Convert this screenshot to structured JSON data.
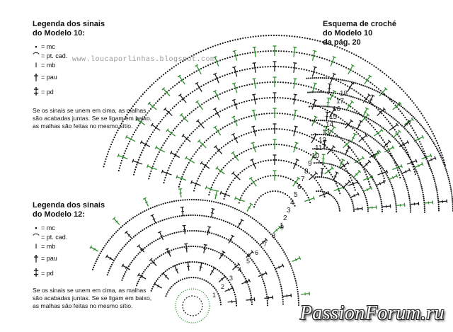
{
  "legend10": {
    "title_line1": "Legenda dos sinais",
    "title_line2": "do  Modelo 10:",
    "items": [
      {
        "glyph": "•",
        "label": "= mc"
      },
      {
        "glyph": "⌒",
        "label": "= pt. cad."
      },
      {
        "glyph": "ǀ",
        "label": "= mb"
      },
      {
        "glyph": "†",
        "label": "= pau"
      },
      {
        "glyph": "‡",
        "label": "= pd"
      }
    ],
    "note": "Se os sinais se unem em cima, as malhas são acabadas juntas. Se se ligam em baixo, as malhas são feitas no mesmo sítio."
  },
  "legend12": {
    "title_line1": "Legenda dos sinais",
    "title_line2": "do  Modelo 12:",
    "items": [
      {
        "glyph": "•",
        "label": "= mc"
      },
      {
        "glyph": "⌒",
        "label": "= pt. cad."
      },
      {
        "glyph": "ǀ",
        "label": "= mb"
      },
      {
        "glyph": "†",
        "label": "= pau"
      },
      {
        "glyph": "‡",
        "label": "= pd"
      }
    ],
    "note": "Se os sinais se unem em cima, as malhas são acabadas juntas. Se se ligam em baixo, as malhas são feitas no mesmo sítio."
  },
  "chart": {
    "title_line1": "Esquema de croché",
    "title_line2": "do Modelo 10",
    "title_line3": "da pág. 20"
  },
  "blog_url": "www.loucaporlinhas.blogspot.com",
  "watermark": "PassionForum.ru",
  "round_numbers_model10": [
    "1",
    "2",
    "3",
    "4",
    "5",
    "6",
    "7",
    "8",
    "9",
    "10",
    "11",
    "12",
    "13",
    "14",
    "15",
    "16",
    "17",
    "18"
  ],
  "round_numbers_model12": [
    "1",
    "2",
    "3",
    "4",
    "5",
    "6",
    "7",
    "8",
    "9"
  ],
  "colors": {
    "accent_green": "#2e8b2e",
    "ink": "#1a1a1a"
  }
}
